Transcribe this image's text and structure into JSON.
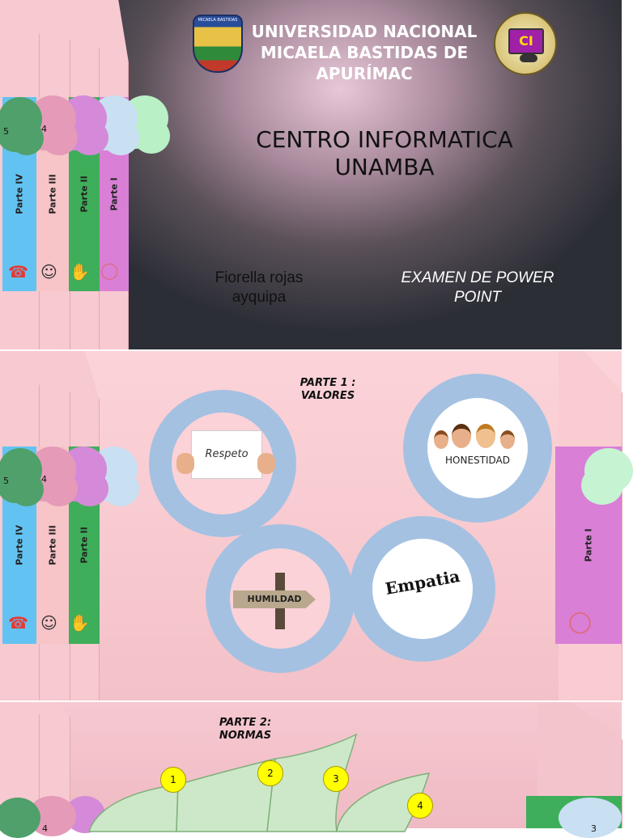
{
  "slide1": {
    "university_title": "UNIVERSIDAD NACIONAL MICAELA BASTIDAS DE APURÍMAC",
    "logo_left_text": "MICAELA BASTIDAS",
    "logo_right_text": "CI",
    "center_title": "CENTRO INFORMATICA UNAMBA",
    "author": "Fiorella rojas ayquipa",
    "exam": "EXAMEN DE POWER POINT",
    "tabs": [
      {
        "number": "5",
        "label": "",
        "color": "#4fa06a"
      },
      {
        "number": "4",
        "label": "Parte IV",
        "color": "#62c3f2"
      },
      {
        "number": "",
        "label": "Parte III",
        "color": "#f7c4c7"
      },
      {
        "number": "",
        "label": "Parte II",
        "color": "#3fae5a"
      },
      {
        "number": "",
        "label": "Parte I",
        "color": "#d97fd6"
      }
    ]
  },
  "slide2": {
    "title": "PARTE 1 : VALORES",
    "cards": {
      "respeto": "Respeto",
      "honestidad": "HONESTIDAD",
      "humildad": "HUMILDAD",
      "empatia": "Empatia"
    },
    "tabs_left": [
      {
        "number": "5",
        "label": "Parte IV"
      },
      {
        "number": "4",
        "label": "Parte III"
      },
      {
        "number": "",
        "label": "Parte II"
      }
    ],
    "tab_right": {
      "label": "Parte I"
    }
  },
  "slide3": {
    "title": "PARTE 2: NORMAS",
    "dots": [
      "1",
      "2",
      "3",
      "4"
    ],
    "tab_left_number": "4",
    "tab_right_number": "3"
  },
  "colors": {
    "ring": "#a4c1e2",
    "folder": "#f7c9d0",
    "dot": "#ffff00"
  }
}
